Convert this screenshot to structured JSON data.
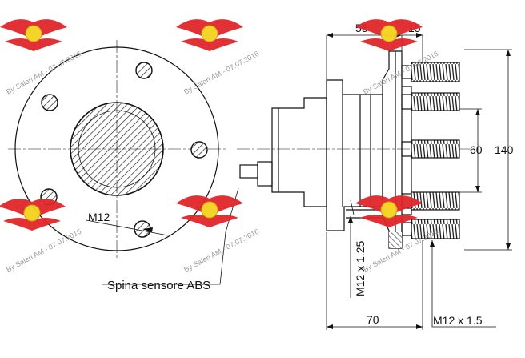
{
  "dimensions": {
    "d55": "55",
    "d15": "15",
    "d60": "60",
    "d140": "140",
    "d70": "70",
    "m12_125": "M12 x 1.25",
    "m12_15": "M12 x 1.5",
    "m12": "M12"
  },
  "callout": {
    "sensor_label": "Spina sensore ABS"
  },
  "watermark": {
    "text": "By Saleri AM - 07.07.2016"
  },
  "colors": {
    "logo_red": "#e0262b",
    "logo_yellow": "#f4d21e",
    "watermark_gray": "#9a9a9a",
    "line": "#111111"
  }
}
